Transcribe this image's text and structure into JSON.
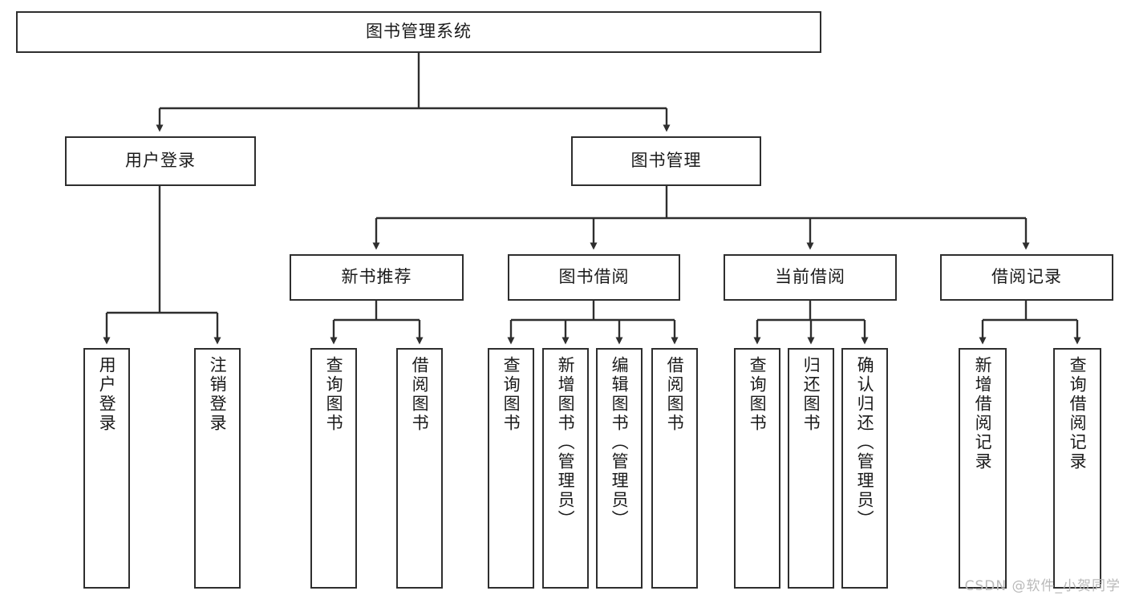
{
  "diagram": {
    "type": "tree-hierarchy",
    "title": "图书管理系统",
    "root": {
      "label": "图书管理系统",
      "id": "root"
    },
    "level2": [
      {
        "id": "user-login",
        "label": "用户登录"
      },
      {
        "id": "book-manage",
        "label": "图书管理"
      }
    ],
    "level3": [
      {
        "id": "new-book-recommend",
        "label": "新书推荐",
        "parent": "book-manage"
      },
      {
        "id": "book-borrow",
        "label": "图书借阅",
        "parent": "book-manage"
      },
      {
        "id": "current-borrow",
        "label": "当前借阅",
        "parent": "book-manage"
      },
      {
        "id": "borrow-record",
        "label": "借阅记录",
        "parent": "book-manage"
      }
    ],
    "leaves": {
      "user_login": [
        {
          "id": "leaf-user-login",
          "label": "用户登录"
        },
        {
          "id": "leaf-user-logout",
          "label": "注销登录"
        }
      ],
      "new_book_recommend": [
        {
          "id": "leaf-query-book-1",
          "label": "查询图书"
        },
        {
          "id": "leaf-borrow-book-1",
          "label": "借阅图书"
        }
      ],
      "book_borrow": [
        {
          "id": "leaf-query-book-2",
          "label": "查询图书"
        },
        {
          "id": "leaf-add-book",
          "label": "新增图书（管理员）"
        },
        {
          "id": "leaf-edit-book",
          "label": "编辑图书（管理员）"
        },
        {
          "id": "leaf-borrow-book-2",
          "label": "借阅图书"
        }
      ],
      "current_borrow": [
        {
          "id": "leaf-query-book-3",
          "label": "查询图书"
        },
        {
          "id": "leaf-return-book",
          "label": "归还图书"
        },
        {
          "id": "leaf-confirm-return",
          "label": "确认归还（管理员）"
        }
      ],
      "borrow_record": [
        {
          "id": "leaf-add-record",
          "label": "新增借阅记录"
        },
        {
          "id": "leaf-query-record",
          "label": "查询借阅记录"
        }
      ]
    },
    "watermark": "CSDN @软件_小贺同学",
    "colors": {
      "stroke": "#2e2e2e",
      "fill": "#ffffff",
      "text": "#1a1a1a",
      "watermark": "#b9b9b9"
    }
  }
}
